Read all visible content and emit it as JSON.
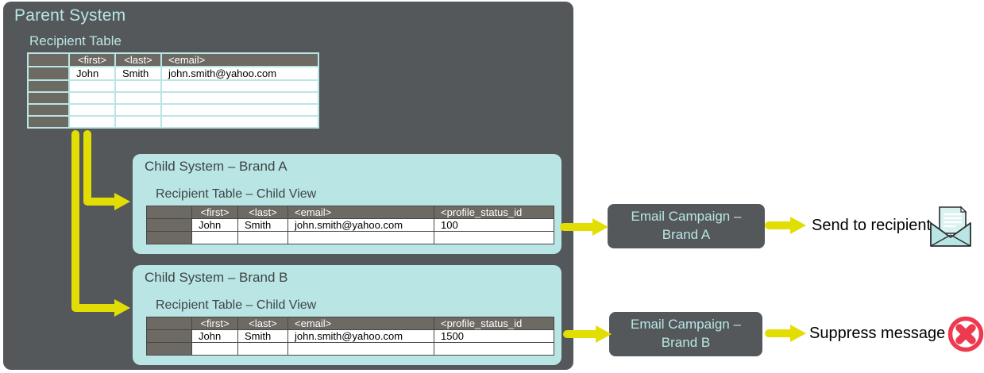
{
  "parent": {
    "title": "Parent System",
    "table_label": "Recipient Table",
    "table": {
      "headers": [
        "<first>",
        "<last>",
        "<email>"
      ],
      "rows": [
        [
          "John",
          "Smith",
          "john.smith@yahoo.com"
        ],
        [
          "",
          "",
          ""
        ],
        [
          "",
          "",
          ""
        ],
        [
          "",
          "",
          ""
        ],
        [
          "",
          "",
          ""
        ]
      ]
    }
  },
  "children": [
    {
      "title": "Child System – Brand A",
      "table_label": "Recipient Table – Child View",
      "table": {
        "headers": [
          "<first>",
          "<last>",
          "<email>",
          "<profile_status_id"
        ],
        "rows": [
          [
            "John",
            "Smith",
            "john.smith@yahoo.com",
            "100"
          ],
          [
            "",
            "",
            "",
            ""
          ]
        ]
      },
      "campaign": {
        "line1": "Email Campaign –",
        "line2": "Brand A"
      },
      "outcome": {
        "label": "Send to recipient",
        "icon": "open-envelope-icon"
      }
    },
    {
      "title": "Child System – Brand B",
      "table_label": "Recipient Table – Child View",
      "table": {
        "headers": [
          "<first>",
          "<last>",
          "<email>",
          "<profile_status_id"
        ],
        "rows": [
          [
            "John",
            "Smith",
            "john.smith@yahoo.com",
            "1500"
          ],
          [
            "",
            "",
            "",
            ""
          ]
        ]
      },
      "campaign": {
        "line1": "Email Campaign –",
        "line2": "Brand B"
      },
      "outcome": {
        "label": "Suppress message",
        "icon": "cancel-icon"
      }
    }
  ],
  "colors": {
    "parent_bg": "#54585b",
    "child_bg": "#b9e6e4",
    "accent_text": "#b9e6e4",
    "table_header_bg": "#6d6963",
    "arrow_yellow": "#e2de04",
    "suppress_red": "#ee3a50",
    "outcome_text": "#000000"
  }
}
